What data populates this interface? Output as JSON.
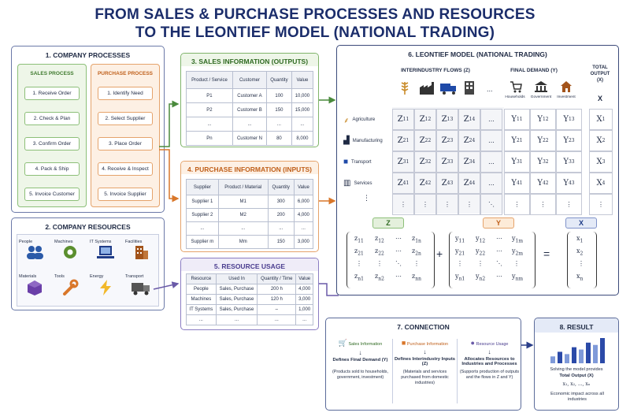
{
  "title_line1": "FROM SALES & PURCHASE PROCESSES AND RESOURCES",
  "title_line2": "TO THE LEONTIEF MODEL (NATIONAL TRADING)",
  "p1": {
    "title": "1. COMPANY PROCESSES",
    "sales_title": "SALES PROCESS",
    "sales_steps": [
      "1. Receive Order",
      "2. Check & Plan",
      "3. Confirm Order",
      "4. Pack & Ship",
      "5. Invoice Customer"
    ],
    "purchase_title": "PURCHASE PROCESS",
    "purchase_steps": [
      "1. Identify Need",
      "2. Select Supplier",
      "3. Place Order",
      "4. Receive & Inspect",
      "5. Invoice Supplier"
    ]
  },
  "p2": {
    "title": "2. COMPANY RESOURCES",
    "items": [
      "People",
      "Machines",
      "IT Systems",
      "Facilities",
      "Materials",
      "Tools",
      "Energy",
      "Transport"
    ]
  },
  "p3": {
    "title": "3. SALES INFORMATION (OUTPUTS)",
    "headers": [
      "Product / Service",
      "Customer",
      "Quantity",
      "Value"
    ],
    "rows": [
      [
        "P1",
        "Customer A",
        "100",
        "10,000"
      ],
      [
        "P2",
        "Customer B",
        "150",
        "15,000"
      ],
      [
        "...",
        "...",
        "...",
        "..."
      ],
      [
        "Pn",
        "Customer N",
        "80",
        "8,000"
      ]
    ]
  },
  "p4": {
    "title": "4. PURCHASE INFORMATION (INPUTS)",
    "headers": [
      "Supplier",
      "Product / Material",
      "Quantity",
      "Value"
    ],
    "rows": [
      [
        "Supplier 1",
        "M1",
        "300",
        "6,000"
      ],
      [
        "Supplier 2",
        "M2",
        "200",
        "4,000"
      ],
      [
        "...",
        "...",
        "...",
        "..."
      ],
      [
        "Supplier m",
        "Mm",
        "150",
        "3,000"
      ]
    ]
  },
  "p5": {
    "title": "5. RESOURCE USAGE",
    "headers": [
      "Resource",
      "Used In",
      "Quantity / Time",
      "Value"
    ],
    "rows": [
      [
        "People",
        "Sales, Purchase",
        "200 h",
        "4,000"
      ],
      [
        "Machines",
        "Sales, Purchase",
        "120 h",
        "3,000"
      ],
      [
        "IT Systems",
        "Sales, Purchase",
        "–",
        "1,000"
      ],
      [
        "...",
        "...",
        "...",
        "..."
      ]
    ]
  },
  "p6": {
    "title": "6. LEONTIEF MODEL (NATIONAL TRADING)",
    "inter_title": "INTERINDUSTRY FLOWS (Z)",
    "fd_title": "FINAL DEMAND (Y)",
    "to_title": "TOTAL OUTPUT (X)",
    "fd_labels": [
      "Households",
      "Government",
      "Investment"
    ],
    "x_header": "X",
    "rows": [
      "Agriculture",
      "Manufacturing",
      "Transport",
      "Services"
    ],
    "ellipsis": "...",
    "vdots": "⋮",
    "z_label": "Z",
    "y_label": "Y",
    "x_label": "X",
    "plus": "+",
    "equals": "="
  },
  "p7": {
    "title": "7. CONNECTION",
    "c1_head": "Sales Information",
    "c1_main": "Defines Final Demand (Y)",
    "c1_note": "(Products sold to households, government, investment)",
    "c2_head": "Purchase Information",
    "c2_main": "Defines Interindustry Inputs (Z)",
    "c2_note": "(Materials and services purchased from domestic industries)",
    "c3_head": "Resource Usage",
    "c3_main": "Allocates Resources to Industries and Processes",
    "c3_note": "(Supports production of outputs and the flows in Z and Y)"
  },
  "p8": {
    "title": "8. RESULT",
    "line1": "Solving the model provides",
    "line2": "Total Output (X)",
    "line3": "x₁, x₂, ..., xₙ",
    "line4": "Economic impact across all industries"
  },
  "chart_data": {
    "type": "bar",
    "values": [
      3,
      5,
      4,
      7,
      6,
      9,
      8,
      11
    ]
  },
  "colors": {
    "green": "#4a8a3c",
    "orange": "#d9772a",
    "navy": "#2b3f8a",
    "purple": "#6a5aa8"
  }
}
